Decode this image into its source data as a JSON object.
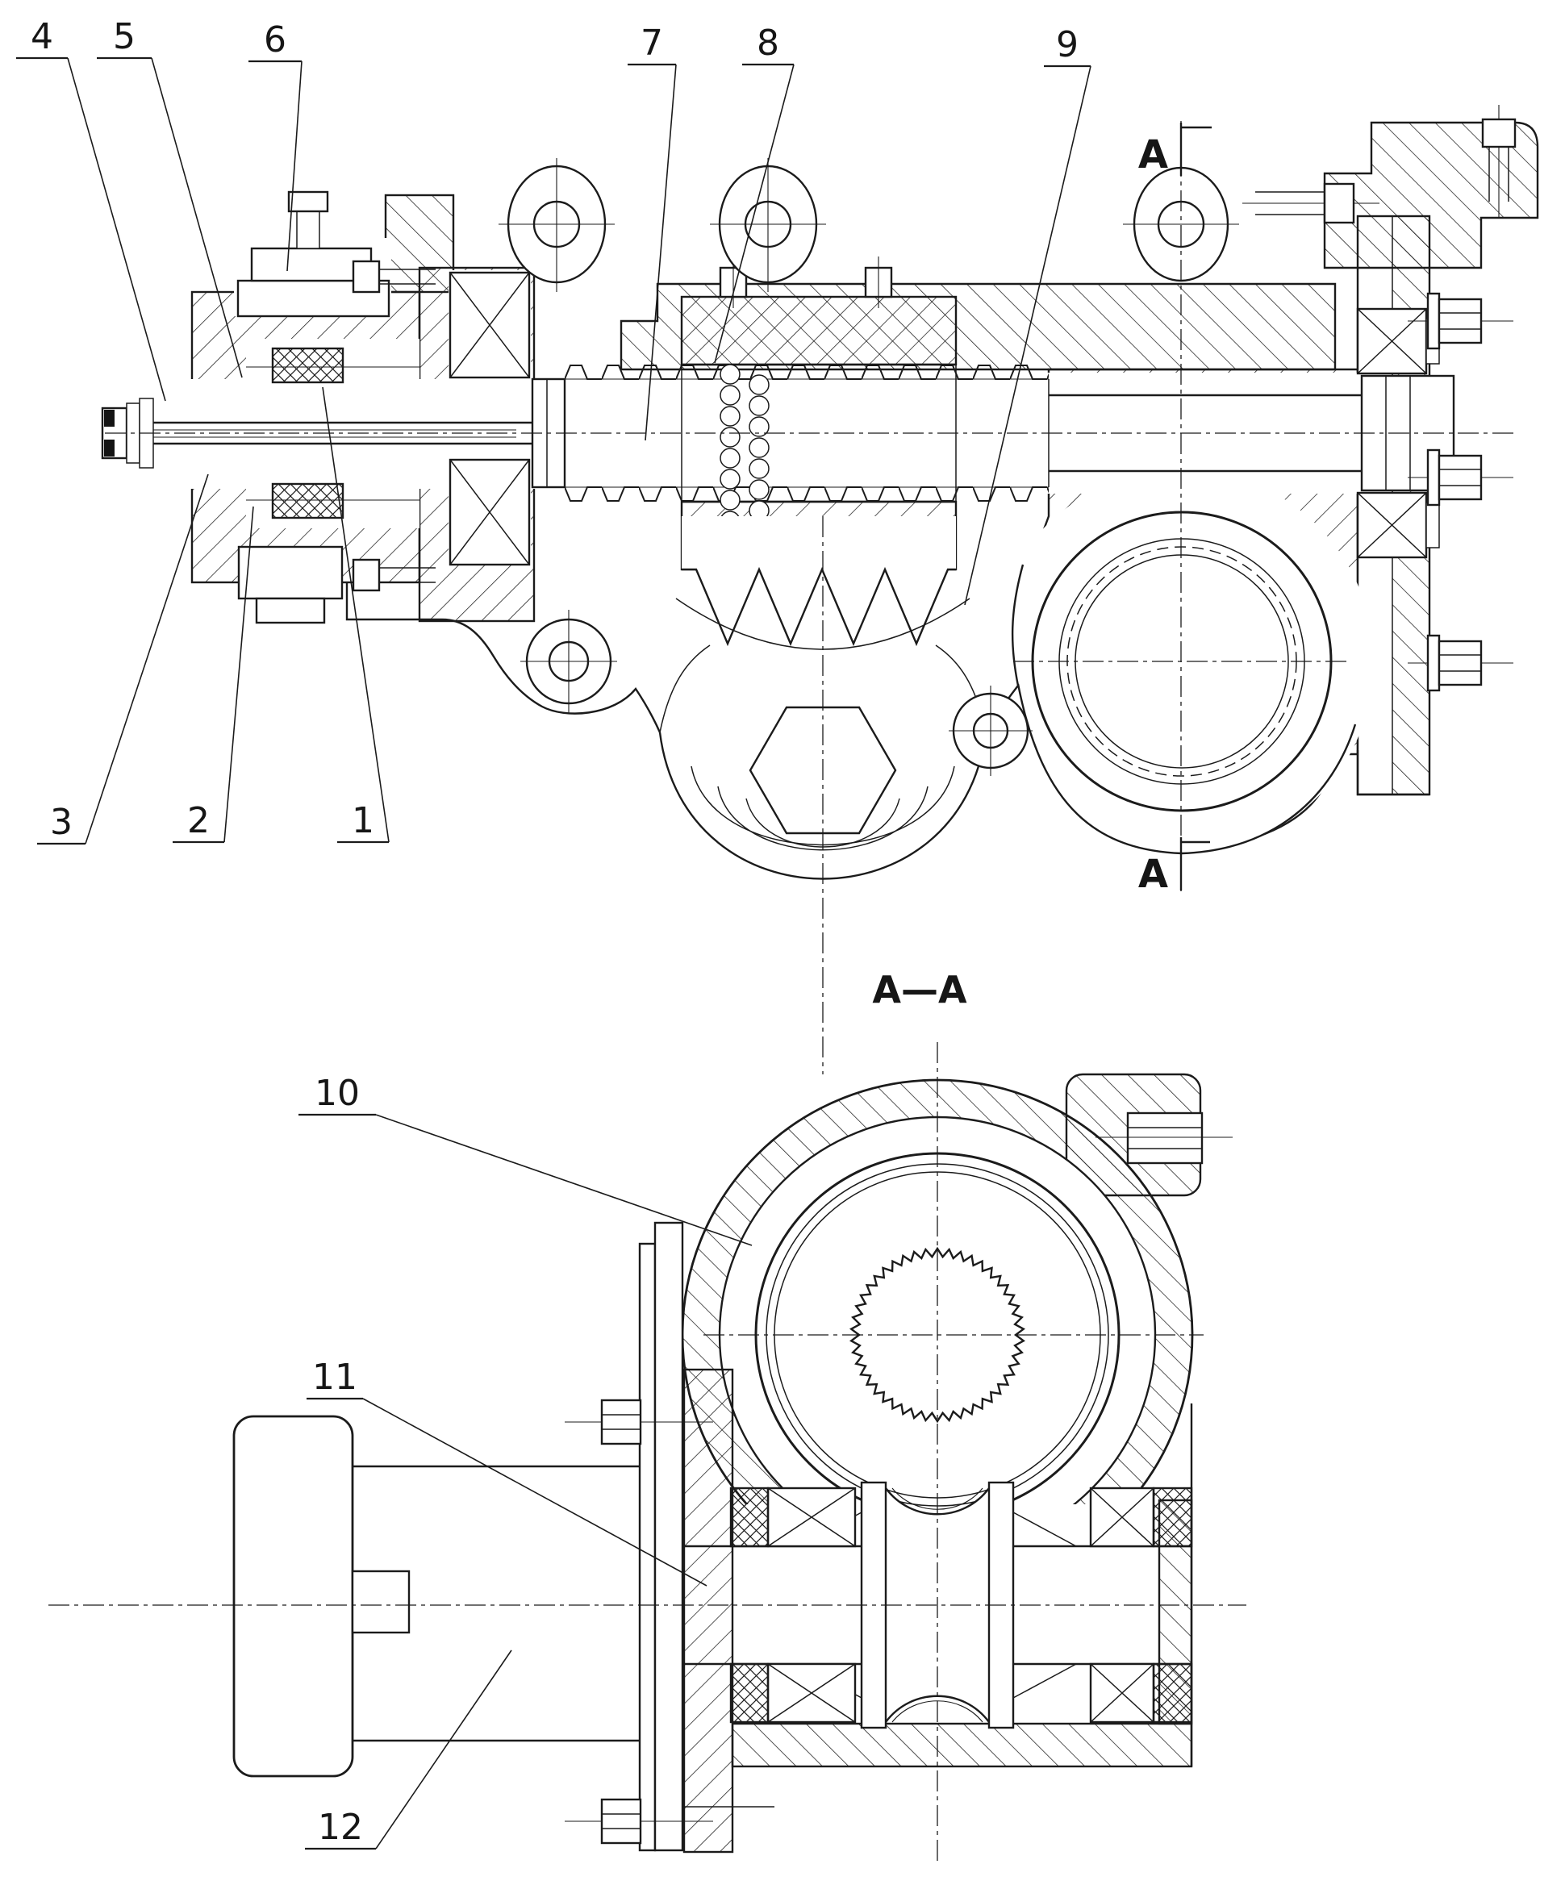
{
  "colors": {
    "background": "#ffffff",
    "ink": "#1b1b1b"
  },
  "labels": {
    "section": "A—A",
    "marker_top": "A",
    "marker_bottom": "A"
  },
  "callouts": [
    {
      "label": "1"
    },
    {
      "label": "2"
    },
    {
      "label": "3"
    },
    {
      "label": "4"
    },
    {
      "label": "5"
    },
    {
      "label": "6"
    },
    {
      "label": "7"
    },
    {
      "label": "8"
    },
    {
      "label": "9"
    },
    {
      "label": "10"
    },
    {
      "label": "11"
    },
    {
      "label": "12"
    }
  ]
}
